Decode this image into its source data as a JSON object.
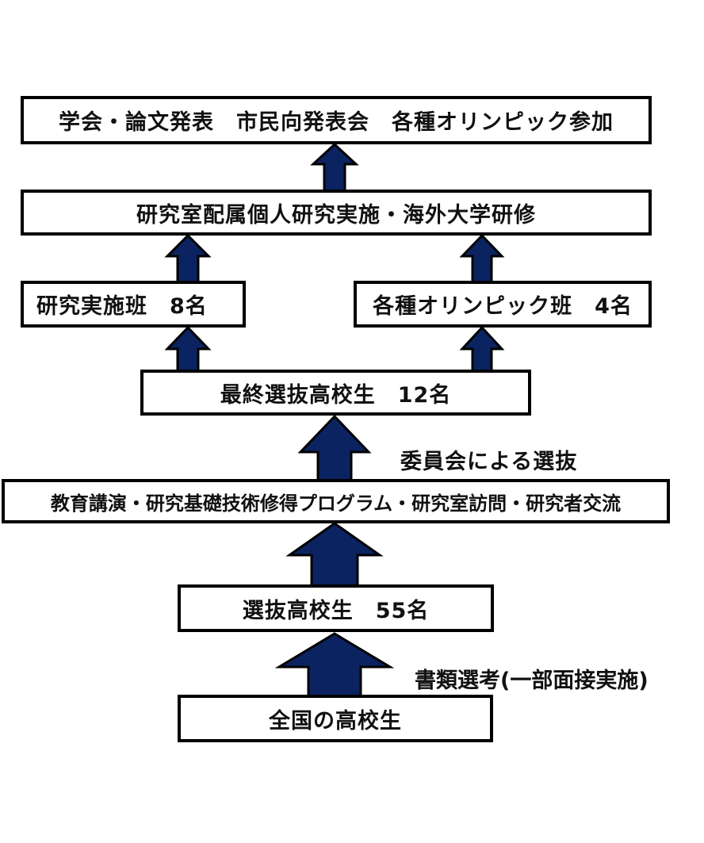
{
  "diagram": {
    "type": "upward-flowchart",
    "arrow_color": "#0b2360",
    "boxes": {
      "top": "学会・論文発表　市民向発表会　各種オリンピック参加",
      "research_lab": "研究室配属個人研究実施・海外大学研修",
      "research_team": "研究実施班　8名",
      "olympiad_team": "各種オリンピック班　4名",
      "final_selected": "最終選抜高校生　12名",
      "programs": "教育講演・研究基礎技術修得プログラム・研究室訪問・研究者交流",
      "selected": "選抜高校生　55名",
      "nationwide": "全国の高校生"
    },
    "labels": {
      "committee_selection": "委員会による選抜",
      "document_screening": "書類選考(一部面接実施)"
    },
    "flows": [
      {
        "from": "nationwide",
        "to": "selected",
        "label": "document_screening"
      },
      {
        "from": "selected",
        "to": "programs"
      },
      {
        "from": "programs",
        "to": "final_selected",
        "label": "committee_selection"
      },
      {
        "from": "final_selected",
        "to": "research_team"
      },
      {
        "from": "final_selected",
        "to": "olympiad_team"
      },
      {
        "from": "research_team",
        "to": "research_lab"
      },
      {
        "from": "olympiad_team",
        "to": "research_lab"
      },
      {
        "from": "research_lab",
        "to": "top"
      }
    ]
  }
}
